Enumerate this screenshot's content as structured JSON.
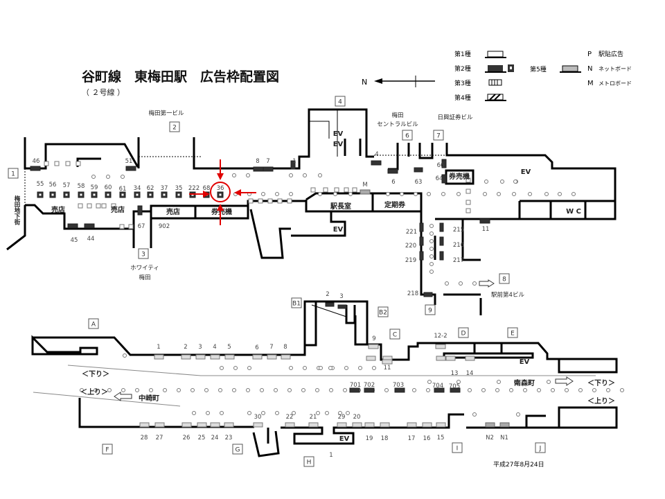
{
  "title": "谷町線　東梅田駅　広告枠配置図",
  "subtitle": "（ ２号線 ）",
  "compass": {
    "label": "N"
  },
  "legend": {
    "types": [
      "第1種",
      "第2種",
      "第3種",
      "第4種"
    ],
    "type5": "第5種",
    "codes": [
      {
        "code": "P",
        "label": "駅貼広告"
      },
      {
        "code": "N",
        "label": "ネットボード"
      },
      {
        "code": "M",
        "label": "メトロボード"
      }
    ]
  },
  "exits": [
    "1",
    "2",
    "3",
    "4",
    "6",
    "7",
    "8",
    "9",
    "A",
    "B1",
    "B2",
    "C",
    "D",
    "E",
    "F",
    "G",
    "H",
    "I",
    "J"
  ],
  "buildings": [
    "梅田第一ビル",
    "ホワイティ",
    "梅田",
    "梅田",
    "セントラルビル",
    "日興証券ビル",
    "駅前第4ビル",
    "梅田地下街"
  ],
  "rooms": [
    "駅長室",
    "定期券",
    "券売機",
    "売店",
    "売店",
    "売店",
    "券売機",
    "W C",
    "EV",
    "EV",
    "EV",
    "EV",
    "EV",
    "EV"
  ],
  "ad_numbers": [
    "46",
    "51",
    "8",
    "7",
    "1",
    "4",
    "66",
    "64",
    "6",
    "63",
    "M",
    "55",
    "56",
    "57",
    "58",
    "59",
    "60",
    "61",
    "34",
    "62",
    "37",
    "35",
    "222",
    "68",
    "36",
    "67",
    "902",
    "45",
    "44",
    "221",
    "220",
    "219",
    "218",
    "215",
    "216",
    "217",
    "11",
    "1",
    "2",
    "3",
    "4",
    "5",
    "6",
    "7",
    "8",
    "2",
    "3",
    "9",
    "12-2",
    "11",
    "13",
    "14",
    "701",
    "702",
    "703",
    "704",
    "705",
    "30",
    "22",
    "21",
    "29",
    "20",
    "28",
    "27",
    "26",
    "25",
    "24",
    "23",
    "19",
    "18",
    "17",
    "16",
    "15",
    "N2",
    "N1",
    "1"
  ],
  "directions": [
    "＜下り＞",
    "＜上り＞",
    "中崎町",
    "南森町",
    "＜下り＞",
    "＜上り＞"
  ],
  "date": "平成27年8月24日",
  "highlight": {
    "ad_number": "36",
    "color": "#e00000"
  }
}
